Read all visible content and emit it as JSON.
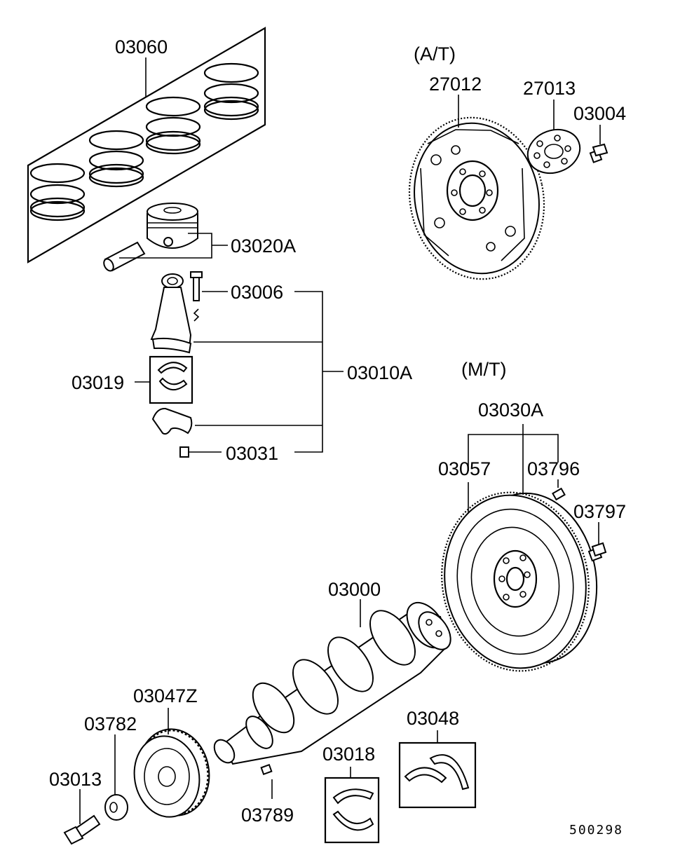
{
  "labels": {
    "p03060": "03060",
    "p03020A": "03020A",
    "p03006": "03006",
    "p03010A": "03010A",
    "p03019": "03019",
    "p03031": "03031",
    "at_header": "(A/T)",
    "p27012": "27012",
    "p27013": "27013",
    "p03004": "03004",
    "mt_header": "(M/T)",
    "p03030A": "03030A",
    "p03057": "03057",
    "p03796": "03796",
    "p03797": "03797",
    "p03000": "03000",
    "p03047Z": "03047Z",
    "p03782": "03782",
    "p03013": "03013",
    "p03789": "03789",
    "p03018": "03018",
    "p03048": "03048"
  },
  "footer": {
    "diagram_number": "500298"
  }
}
